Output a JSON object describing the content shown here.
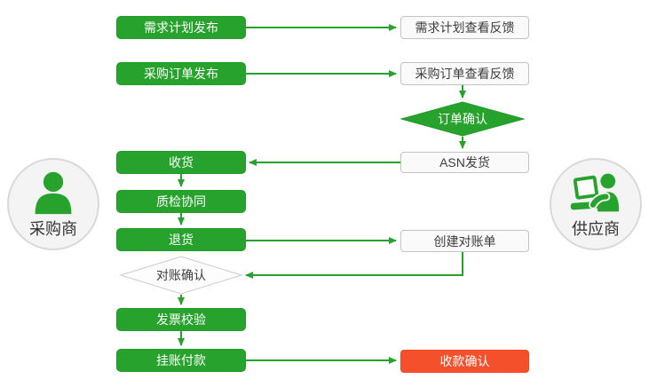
{
  "diagram": {
    "type": "flowchart",
    "palette": {
      "green": "#27a32d",
      "red": "#f4502c",
      "light_box_bg": "#fafafa",
      "light_box_border": "#c3c3c3",
      "text_dark": "#3c3c3c",
      "circle_bg": "#f4f4f4",
      "circle_border": "#d9d9d9"
    },
    "actors": {
      "buyer": {
        "label": "采购商",
        "icon": "person-icon"
      },
      "supplier": {
        "label": "供应商",
        "icon": "person-laptop-icon"
      }
    },
    "nodes": {
      "demand_publish": {
        "label": "需求计划发布",
        "shape": "rect",
        "style": "green"
      },
      "demand_view": {
        "label": "需求计划查看反馈",
        "shape": "rect",
        "style": "light"
      },
      "po_publish": {
        "label": "采购订单发布",
        "shape": "rect",
        "style": "green"
      },
      "po_view": {
        "label": "采购订单查看反馈",
        "shape": "rect",
        "style": "light"
      },
      "order_confirm": {
        "label": "订单确认",
        "shape": "diamond",
        "style": "green"
      },
      "asn": {
        "label": "ASN发货",
        "shape": "rect",
        "style": "light"
      },
      "receive": {
        "label": "收货",
        "shape": "rect",
        "style": "green"
      },
      "quality": {
        "label": "质检协同",
        "shape": "rect",
        "style": "green"
      },
      "return_goods": {
        "label": "退货",
        "shape": "rect",
        "style": "green"
      },
      "statement": {
        "label": "创建对账单",
        "shape": "rect",
        "style": "light"
      },
      "recon_confirm": {
        "label": "对账确认",
        "shape": "diamond",
        "style": "light"
      },
      "invoice": {
        "label": "发票校验",
        "shape": "rect",
        "style": "green"
      },
      "payment": {
        "label": "挂账付款",
        "shape": "rect",
        "style": "green"
      },
      "receipt_confirm": {
        "label": "收款确认",
        "shape": "rect",
        "style": "red"
      }
    },
    "edges": [
      {
        "from": "demand_publish",
        "to": "demand_view"
      },
      {
        "from": "po_publish",
        "to": "po_view"
      },
      {
        "from": "po_view",
        "to": "order_confirm"
      },
      {
        "from": "order_confirm",
        "to": "asn"
      },
      {
        "from": "asn",
        "to": "receive"
      },
      {
        "from": "receive",
        "to": "quality"
      },
      {
        "from": "quality",
        "to": "return_goods"
      },
      {
        "from": "return_goods",
        "to": "statement"
      },
      {
        "from": "statement",
        "to": "recon_confirm"
      },
      {
        "from": "recon_confirm",
        "to": "invoice"
      },
      {
        "from": "invoice",
        "to": "payment"
      },
      {
        "from": "payment",
        "to": "receipt_confirm"
      }
    ]
  }
}
